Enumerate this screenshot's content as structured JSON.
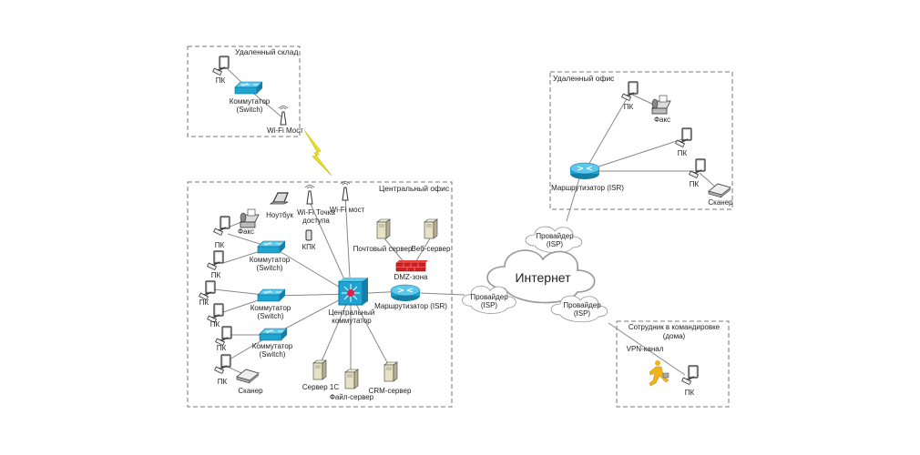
{
  "colors": {
    "device_blue": "#1fa3d0",
    "firewall_red": "#cc2222",
    "lightning": "#f0e020",
    "person": "#f2b21a",
    "box_border": "#777777"
  },
  "warehouse": {
    "title": "Удаленный склад",
    "pc": "ПК",
    "switch_1": "Коммутатор",
    "switch_2": "(Switch)",
    "wifi": "Wi-Fi Мост"
  },
  "central": {
    "title": "Центральный офис",
    "core_1": "Центральный",
    "core_2": "коммутатор",
    "router": "Маршрутизатор (ISR)",
    "dmz": "DMZ-зона",
    "mail": "Почтовый сервер",
    "web": "Веб-сервер",
    "laptop": "Ноутбук",
    "ap_1": "Wi-Fi Точка",
    "ap_2": "доступа",
    "bridge": "Wi-Fi мост",
    "pda": "КПК",
    "fax": "Факс",
    "scanner": "Сканер",
    "pc": "ПК",
    "switch_1": "Коммутатор",
    "switch_2": "(Switch)",
    "server1c": "Сервер 1С",
    "fileserver": "Файл-сервер",
    "crm": "CRM-сервер"
  },
  "internet": {
    "label": "Интернет",
    "isp_1": "Провайдер",
    "isp_2": "(ISP)"
  },
  "remote": {
    "title": "Удаленный офис",
    "router": "Маршрутизатор (ISR)",
    "pc": "ПК",
    "fax": "Факс",
    "scanner": "Сканер"
  },
  "traveler": {
    "title_1": "Сотрудник в командировке",
    "title_2": "(дома)",
    "vpn": "VPN-канал",
    "pc": "ПК"
  }
}
